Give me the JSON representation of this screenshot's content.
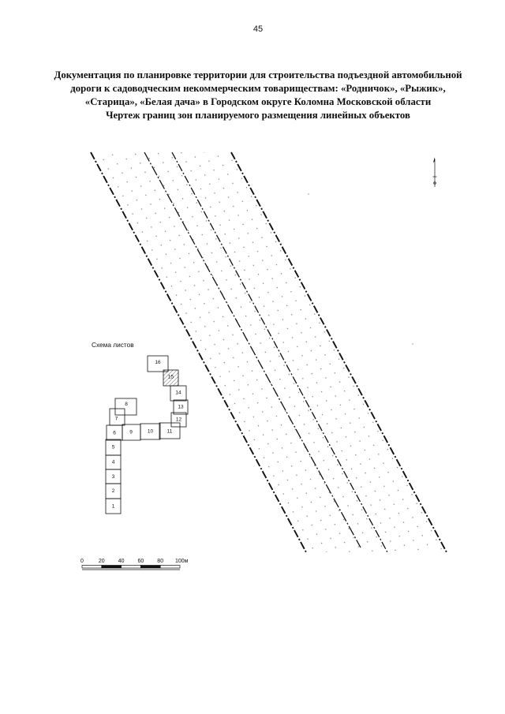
{
  "page_number": "45",
  "title": {
    "lines": [
      "Документация по планировке территории для строительства подъездной автомобильной",
      "дороги к садоводческим некоммерческим товариществам: «Родничок», «Рыжик»,",
      "«Старица», «Белая дача» в Городском округе Коломна Московской области",
      "Чертеж границ зон планируемого размещения линейных объектов"
    ]
  },
  "sheet_scheme": {
    "label": "Схема листов",
    "sheets": [
      {
        "label": "1"
      },
      {
        "label": "2"
      },
      {
        "label": "3"
      },
      {
        "label": "4"
      },
      {
        "label": "5"
      },
      {
        "label": "6"
      },
      {
        "label": "7"
      },
      {
        "label": "8"
      },
      {
        "label": "9"
      },
      {
        "label": "10"
      },
      {
        "label": "11"
      },
      {
        "label": "12"
      },
      {
        "label": "13"
      },
      {
        "label": "14"
      },
      {
        "label": "15",
        "highlighted": true
      },
      {
        "label": "16"
      }
    ]
  },
  "scale_bar": {
    "labels": [
      "0",
      "20",
      "40",
      "60",
      "80",
      "100м"
    ]
  },
  "icons": {
    "north_arrow": "north-arrow-icon"
  },
  "colors": {
    "ink": "#111111",
    "dots": "#7d7d7d",
    "paper": "#ffffff"
  }
}
